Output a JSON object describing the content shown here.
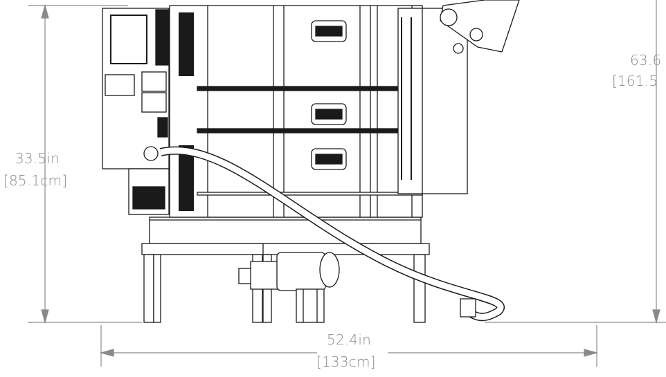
{
  "dimensions": {
    "height_left": {
      "imperial": "33.5in",
      "metric": "[85.1cm]"
    },
    "height_right": {
      "imperial": "63.6",
      "metric": "[161.5"
    },
    "width_bottom": {
      "imperial": "52.4in",
      "metric": "[133cm]"
    }
  },
  "colors": {
    "line": "#1a1a1a",
    "dimension": "#8a8a8a"
  }
}
